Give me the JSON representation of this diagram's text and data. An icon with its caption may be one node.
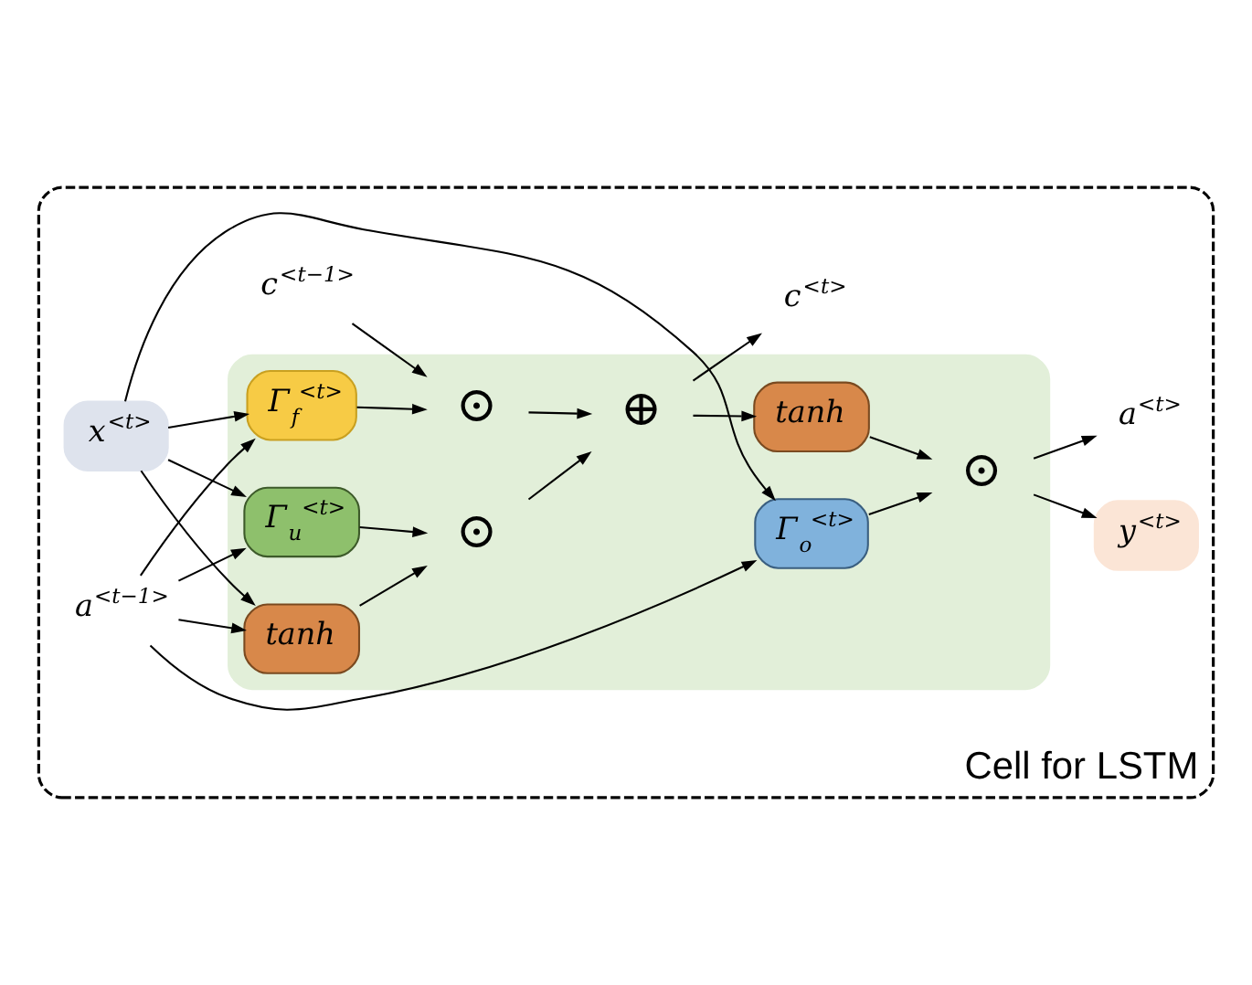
{
  "diagram": {
    "nodes": [
      {
        "text": [
          "Cell for LSTM"
        ]
      },
      {
        "text": [
          "y$^{<t>}$"
        ],
        "in": 0
      },
      {
        "text": [
          "c$^{<t−1>}$"
        ],
        "in": 0
      },
      {
        "text": [],
        "shape": "box",
        "in": 0
      },
      {
        "text": [
          "⊙"
        ],
        "in": 3
      },
      {
        "text": [
          "⊕"
        ],
        "in": 3
      },
      {
        "text": [
          "c$^{<t>}$"
        ],
        "in": 0
      },
      {
        "text": [
          "⊙"
        ],
        "in": 3
      },
      {
        "text": [
          "tanh"
        ],
        "in": 3
      },
      {
        "text": [
          "Γ$_{f}$$^{<t>}$"
        ],
        "in": 3
      },
      {
        "text": [
          "Γ$_{u}$$^{<t>}$"
        ],
        "in": 3
      },
      {
        "text": [
          "tanh"
        ],
        "in": 3
      },
      {
        "text": [
          "a$^{<t−1>}$"
        ],
        "in": 0
      },
      {
        "text": [
          "Γ$_{o}$$^{<t>}$"
        ],
        "in": 3
      },
      {
        "text": [
          "⊙"
        ],
        "in": 3
      },
      {
        "text": [
          "a$^{<t>}$"
        ],
        "in": 0
      },
      {
        "text": [
          "x$^{<t>}$"
        ],
        "in": 0
      }
    ],
    "edges": [
      {
        "from": 2,
        "to": 4,
        "arrow": "to"
      },
      {
        "from": 4,
        "to": 5,
        "arrow": "to"
      },
      {
        "from": 5,
        "to": 6,
        "arrow": "to"
      },
      {
        "from": 5,
        "to": 8,
        "arrow": "to"
      },
      {
        "from": 9,
        "to": 4,
        "arrow": "to"
      },
      {
        "from": 10,
        "to": 7,
        "arrow": "to"
      },
      {
        "from": 11,
        "to": 7,
        "arrow": "to"
      },
      {
        "from": 7,
        "to": 5,
        "arrow": "to"
      },
      {
        "from": 12,
        "to": 9,
        "arrow": "to"
      },
      {
        "from": 12,
        "to": 10,
        "arrow": "to"
      },
      {
        "from": 12,
        "to": 11,
        "arrow": "to"
      },
      {
        "from": 12,
        "to": 13,
        "arrow": "to"
      },
      {
        "from": 16,
        "to": 9,
        "arrow": "to"
      },
      {
        "from": 16,
        "to": 10,
        "arrow": "to"
      },
      {
        "from": 16,
        "to": 11,
        "arrow": "to"
      },
      {
        "from": 16,
        "to": 13,
        "arrow": "to"
      },
      {
        "from": 8,
        "to": 14,
        "arrow": "to"
      },
      {
        "from": 13,
        "to": 14,
        "arrow": "to"
      },
      {
        "from": 14,
        "to": 15,
        "arrow": "to"
      },
      {
        "from": 14,
        "to": 1,
        "arrow": "to"
      }
    ]
  }
}
